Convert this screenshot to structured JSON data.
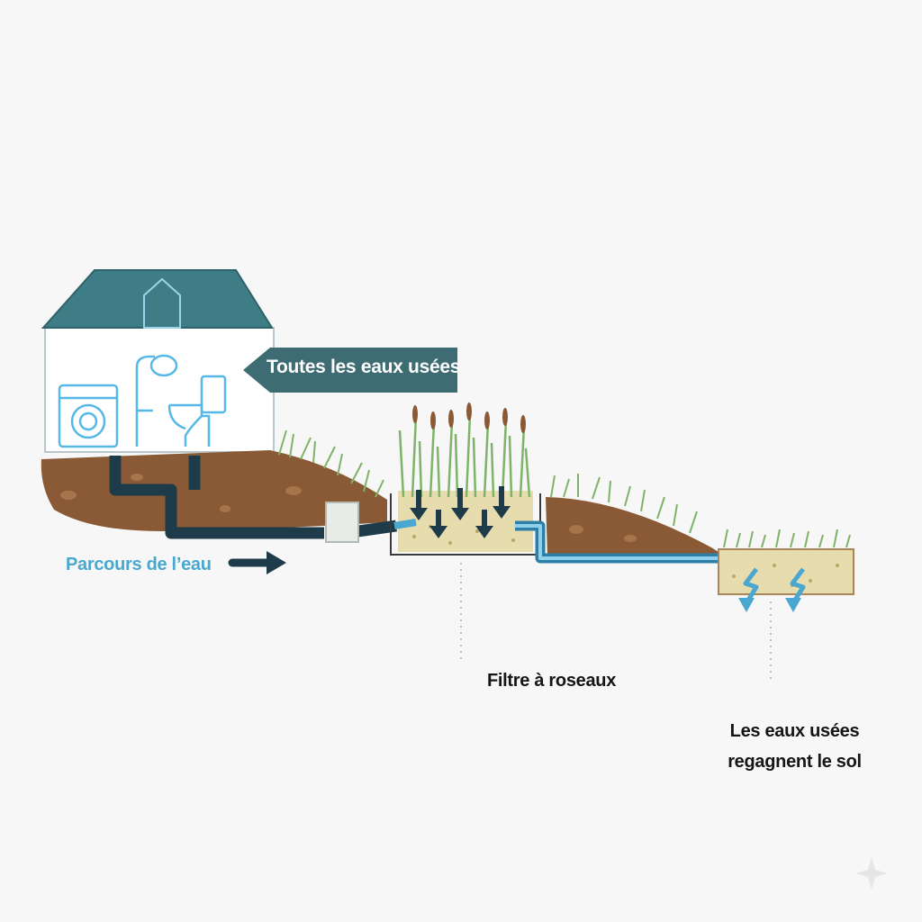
{
  "labels": {
    "all_wastewater": "Toutes les eaux usées",
    "water_path": "Parcours de l’eau",
    "reed_filter": "Filtre à roseaux",
    "soil_return": "Les eaux usées regagnent le sol"
  },
  "icons": [
    "house-icon",
    "washing-machine-icon",
    "shower-icon",
    "toilet-icon",
    "reed-plants-icon",
    "arrow-right-icon",
    "arrow-down-icon",
    "infiltration-arrow-icon"
  ],
  "colors": {
    "roof": "#3f7d86",
    "house_outline": "#55b8e6",
    "soil": "#8a5a36",
    "pipe_dark": "#1d3b48",
    "pipe_blue": "#4aa7cf",
    "sand": "#e7dcae",
    "grass": "#7fb36a",
    "callout_bg": "#3d6d73"
  }
}
